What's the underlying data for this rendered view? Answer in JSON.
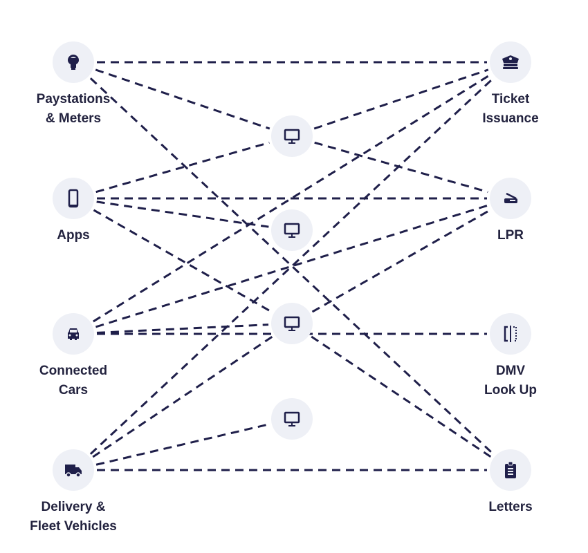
{
  "colors": {
    "line": "#1f1f4a",
    "node_bg": "#eef0f6",
    "icon": "#1f1f4a",
    "text": "#23233f"
  },
  "sources": [
    {
      "id": "pay",
      "icon": "parking-meter-icon",
      "label": [
        "Paystations",
        "& Meters"
      ]
    },
    {
      "id": "apps",
      "icon": "smartphone-icon",
      "label": [
        "Apps"
      ]
    },
    {
      "id": "cars",
      "icon": "car-icon",
      "label": [
        "Connected",
        "Cars"
      ]
    },
    {
      "id": "fleet",
      "icon": "truck-icon",
      "label": [
        "Delivery &",
        "Fleet Vehicles"
      ]
    }
  ],
  "hubs": [
    {
      "id": "m1",
      "icon": "monitor-icon"
    },
    {
      "id": "m2",
      "icon": "monitor-icon"
    },
    {
      "id": "m3",
      "icon": "monitor-icon"
    },
    {
      "id": "m4",
      "icon": "monitor-icon"
    }
  ],
  "targets": [
    {
      "id": "ticket",
      "icon": "police-cap-icon",
      "label": [
        "Ticket",
        "Issuance"
      ]
    },
    {
      "id": "lpr",
      "icon": "lpr-camera-icon",
      "label": [
        "LPR"
      ]
    },
    {
      "id": "dmv",
      "icon": "dmv-lookup-icon",
      "label": [
        "DMV",
        "Look Up"
      ]
    },
    {
      "id": "letters",
      "icon": "clipboard-icon",
      "label": [
        "Letters"
      ]
    }
  ],
  "edges": [
    [
      "pay",
      "ticket"
    ],
    [
      "pay",
      "m1"
    ],
    [
      "pay",
      "letters"
    ],
    [
      "m1",
      "ticket"
    ],
    [
      "m1",
      "lpr"
    ],
    [
      "apps",
      "m1"
    ],
    [
      "apps",
      "lpr"
    ],
    [
      "apps",
      "m2"
    ],
    [
      "apps",
      "m3"
    ],
    [
      "cars",
      "ticket"
    ],
    [
      "cars",
      "lpr"
    ],
    [
      "cars",
      "m3"
    ],
    [
      "cars",
      "dmv"
    ],
    [
      "m3",
      "lpr"
    ],
    [
      "m3",
      "letters"
    ],
    [
      "fleet",
      "ticket"
    ],
    [
      "fleet",
      "m3"
    ],
    [
      "fleet",
      "m4"
    ],
    [
      "fleet",
      "letters"
    ]
  ]
}
